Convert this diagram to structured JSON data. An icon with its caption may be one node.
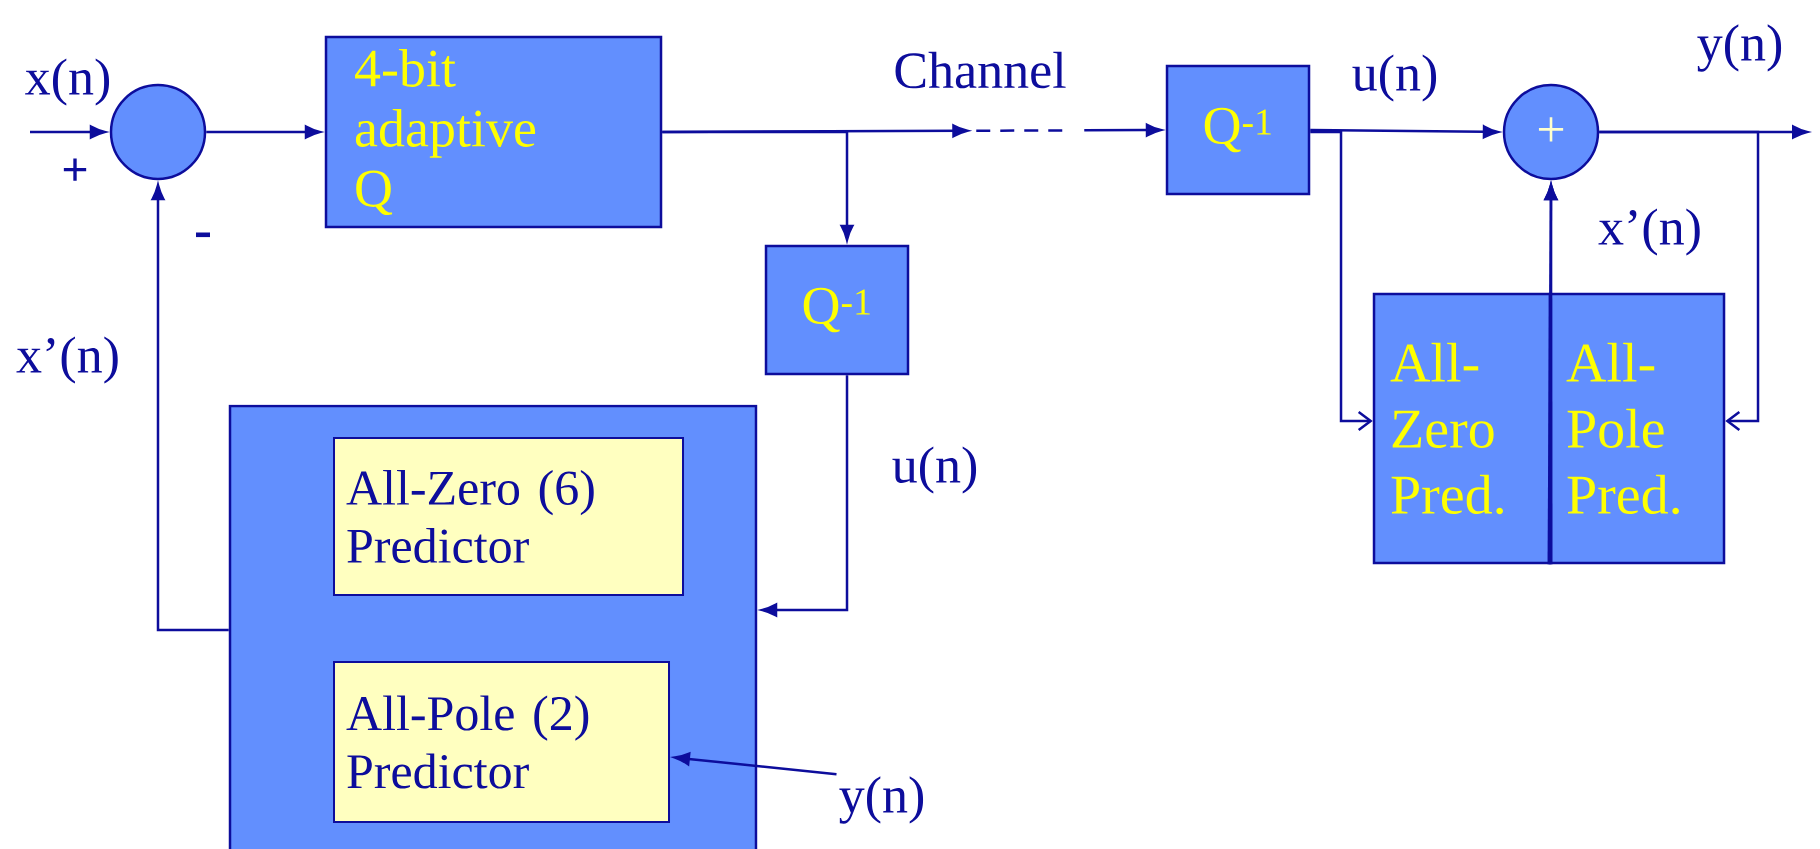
{
  "diagram": {
    "nodes": [
      {
        "text": [],
        "shape": "circle"
      },
      {
        "text": [
          "4-bit adaptive Q"
        ]
      },
      {
        "text": [
          "Q$^{-1}$"
        ]
      },
      {
        "text": [],
        "shape": "box"
      },
      {
        "text": [
          "All-Zero (6) Predictor"
        ],
        "in": 3
      },
      {
        "text": [
          "All-Pole (2) Predictor"
        ],
        "in": 3
      },
      {
        "text": [
          "Q$^{-1}$"
        ]
      },
      {
        "text": [
          "+"
        ]
      },
      {
        "text": [
          "All-Zero Pred."
        ]
      },
      {
        "text": [
          "All-Pole Pred."
        ]
      },
      {
        "text": [
          "y(n)"
        ]
      }
    ],
    "edges": [
      {
        "from": null,
        "to": 0,
        "arrow": "to",
        "label": "x(n)"
      },
      {
        "from": 0,
        "to": 1,
        "arrow": "to"
      },
      {
        "from": 1,
        "to": 6,
        "arrow": "to",
        "label": "Channel",
        "style": "dashed"
      },
      {
        "from": 1,
        "to": 2,
        "arrow": "to"
      },
      {
        "from": 2,
        "to": 3,
        "arrow": "to",
        "label": "u(n)"
      },
      {
        "from": 3,
        "to": 0,
        "arrow": "to",
        "label": "x’(n)"
      },
      {
        "from": 10,
        "to": 5,
        "arrow": "to"
      },
      {
        "from": 6,
        "to": 7,
        "arrow": "to",
        "label": "u(n)"
      },
      {
        "from": 6,
        "to": 8,
        "arrow": "to"
      },
      {
        "from": 7,
        "to": null,
        "arrow": "to",
        "label": "y(n)"
      },
      {
        "from": 7,
        "to": 9,
        "arrow": "to"
      },
      {
        "from": 8,
        "to": 7,
        "arrow": "to",
        "label": "x’(n)"
      },
      {
        "from": 9,
        "to": 7,
        "arrow": "to"
      }
    ],
    "labels": [
      "+",
      "-"
    ]
  }
}
